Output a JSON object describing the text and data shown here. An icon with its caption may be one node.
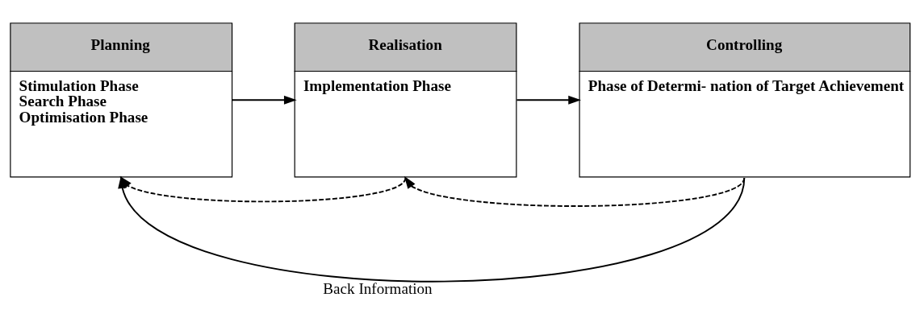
{
  "diagram": {
    "nodes": [
      {
        "text": [
          "Planning",
          "Stimulation Phase",
          "Search Phase",
          "Optimisation Phase"
        ]
      },
      {
        "text": [
          "Realisation",
          "Implementation Phase"
        ]
      },
      {
        "text": [
          "Controlling",
          "Phase of Determi- nation of Target Achievement"
        ]
      }
    ],
    "edges": [
      {
        "from": 0,
        "to": 1,
        "arrow": "to"
      },
      {
        "from": 1,
        "to": 2,
        "arrow": "to"
      },
      {
        "from": 2,
        "to": 0,
        "arrow": "to",
        "label": "Back Information"
      },
      {
        "from": 2,
        "to": 1,
        "arrow": "to",
        "style": "dashed"
      },
      {
        "from": 1,
        "to": 0,
        "arrow": "to",
        "style": "dashed"
      }
    ]
  }
}
